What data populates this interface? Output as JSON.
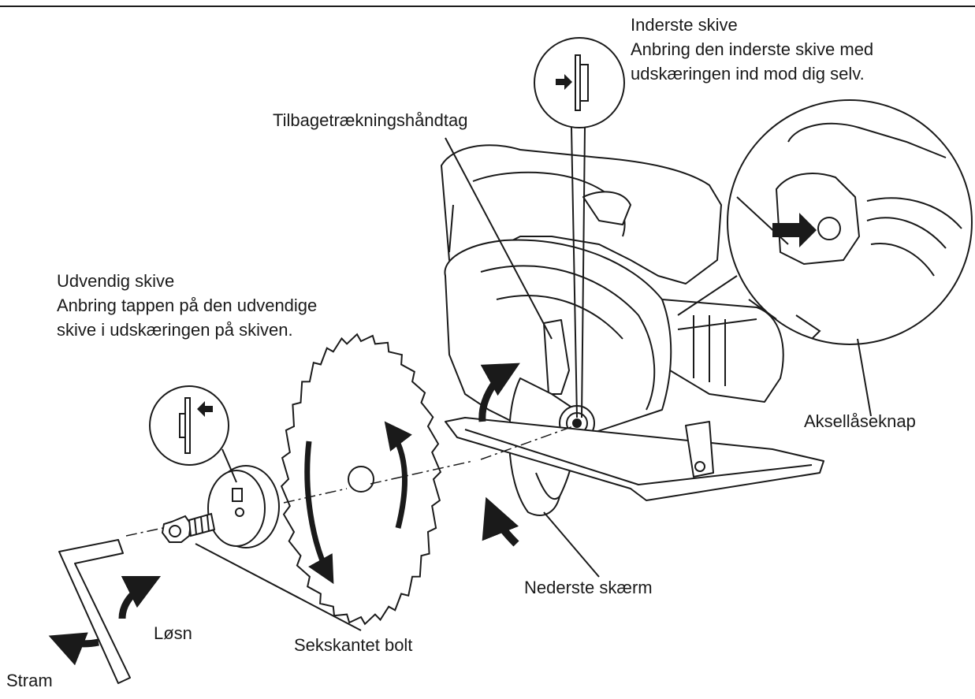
{
  "labels": {
    "inner_flange": {
      "title": "Inderste skive",
      "line1": "Anbring den inderste skive med",
      "line2": "udskæringen ind mod dig selv."
    },
    "retract_lever": "Tilbagetrækningshåndtag",
    "outer_flange": {
      "title": "Udvendig skive",
      "line1": "Anbring tappen på den udvendige",
      "line2": "skive i udskæringen på skiven."
    },
    "shaft_lock": "Aksellåseknap",
    "lower_guard": "Nederste skærm",
    "hex_bolt": "Sekskantet bolt",
    "loosen": "Løsn",
    "tighten": "Stram"
  },
  "colors": {
    "line": "#1a1a1a",
    "fill": "#ffffff",
    "shade": "#d9d9d9"
  }
}
